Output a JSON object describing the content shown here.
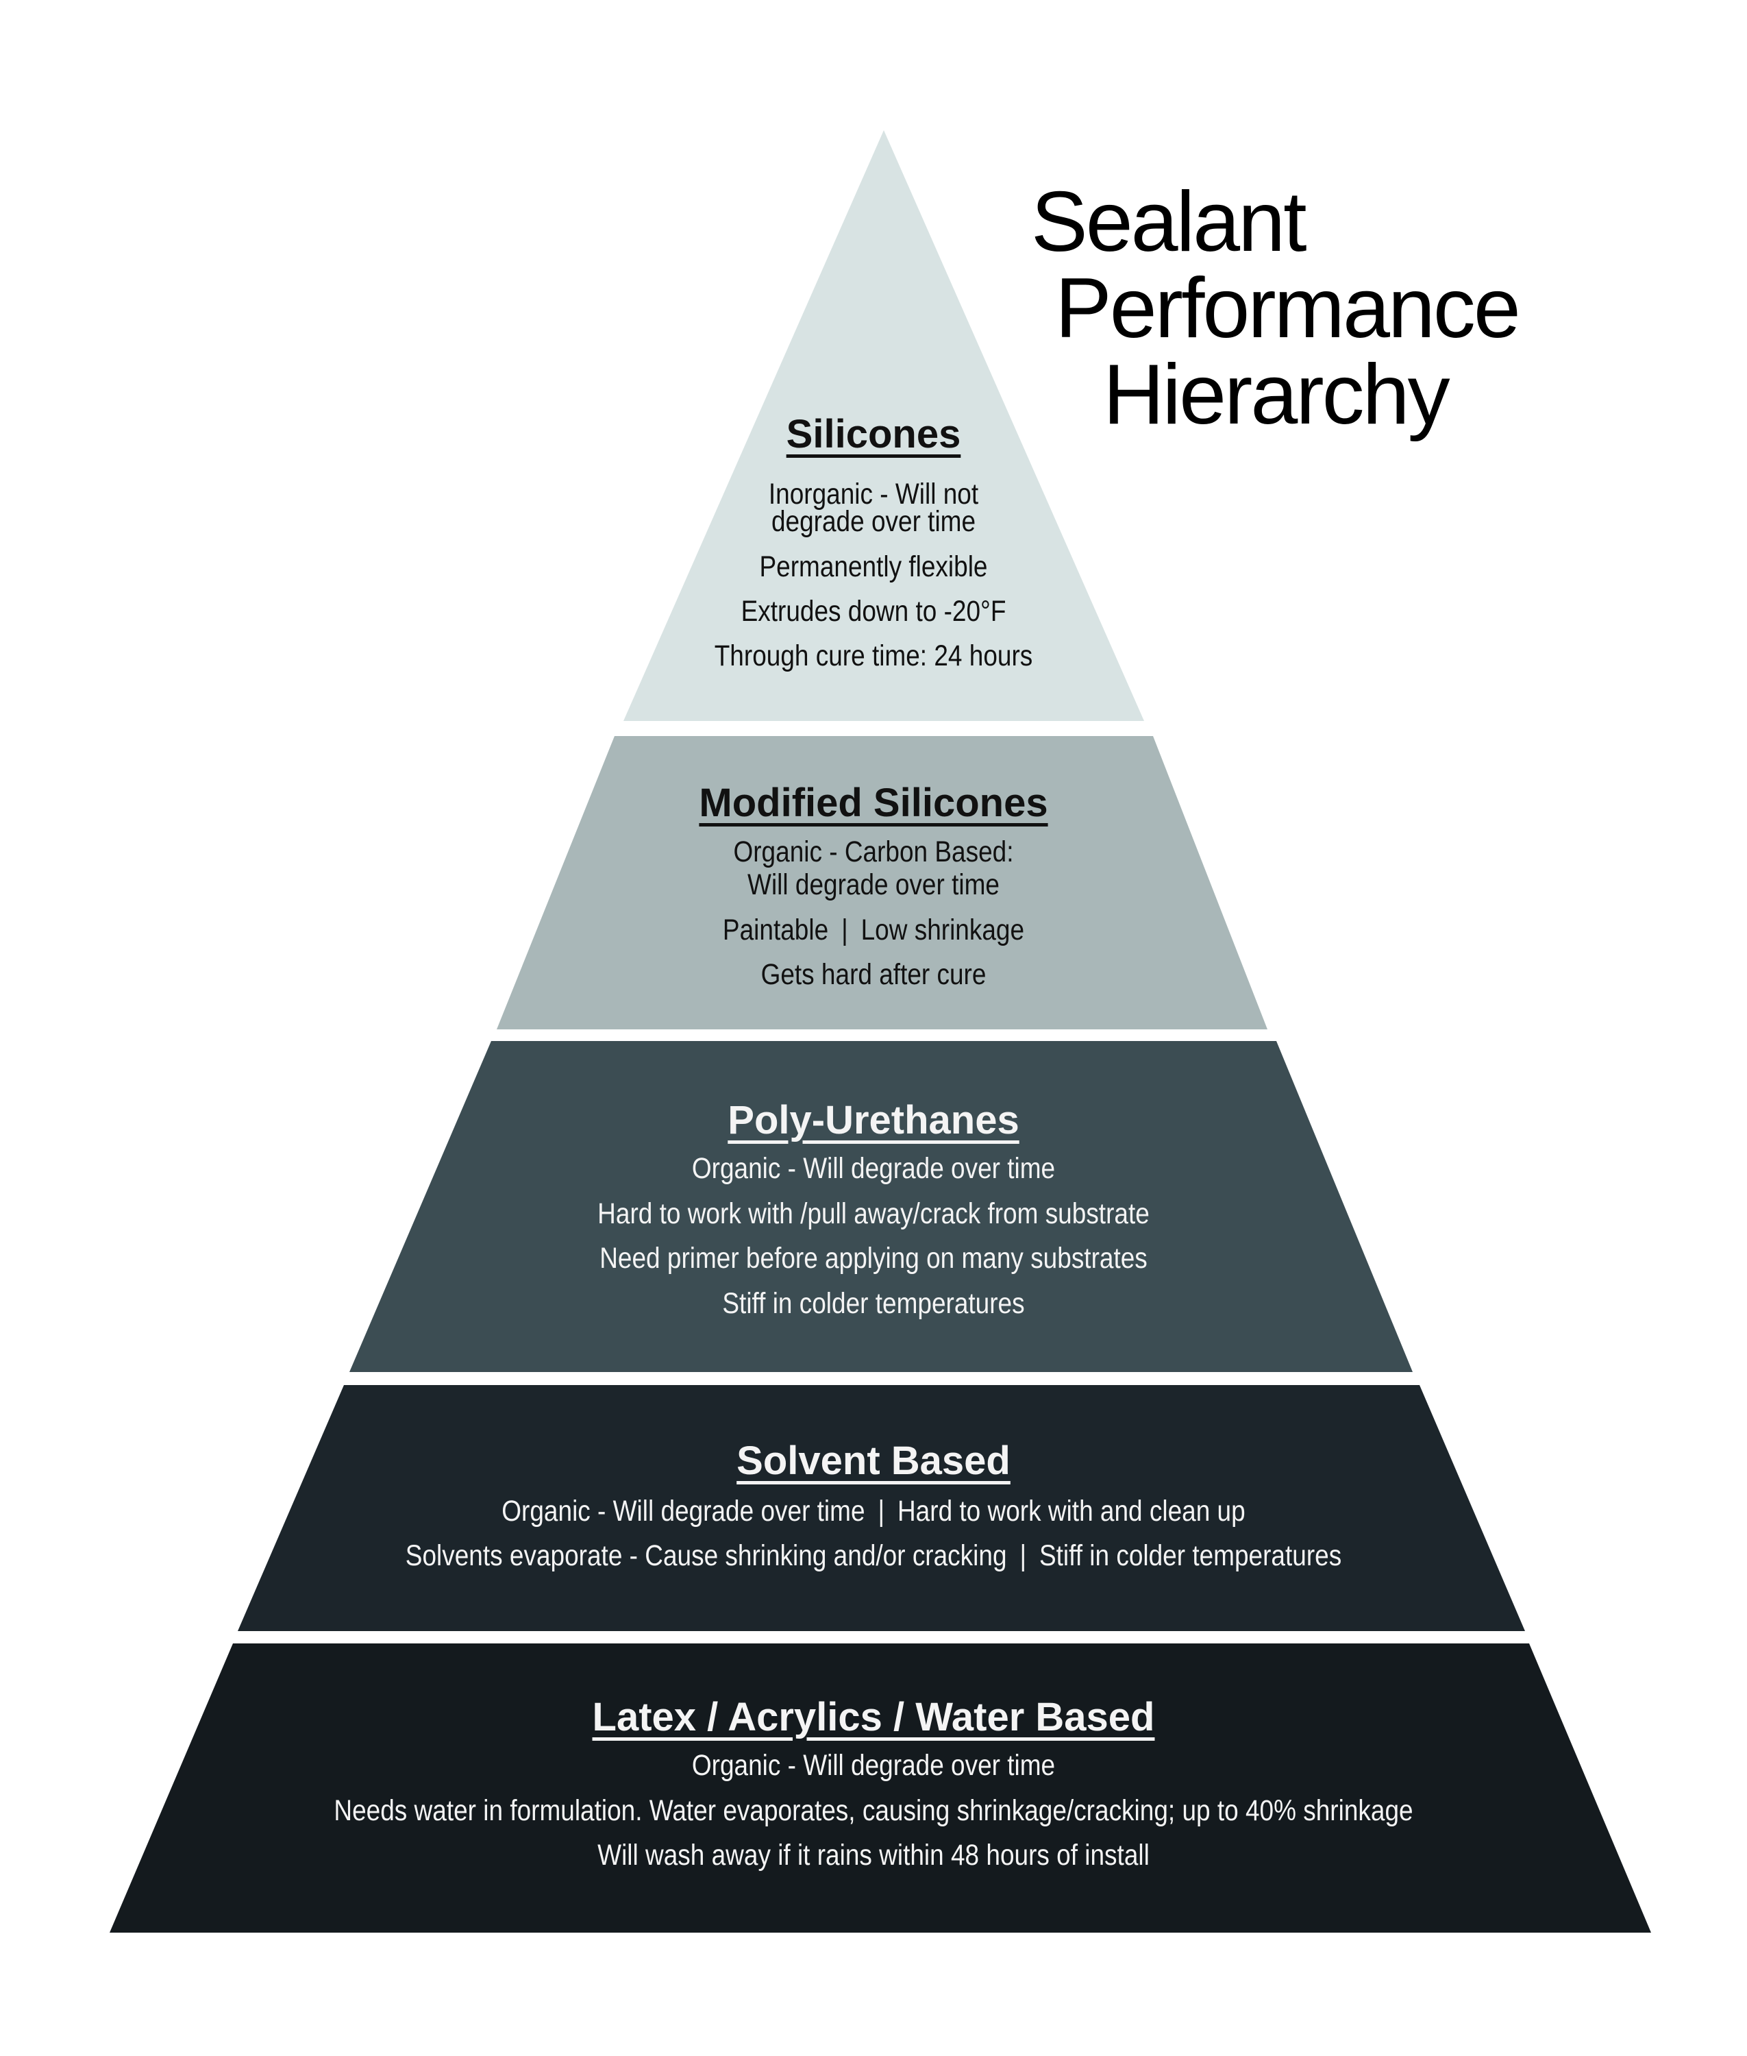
{
  "title": {
    "line1": "Sealant",
    "line2": "Performance",
    "line3": "Hierarchy"
  },
  "colors": {
    "tier1": "#d8e3e3",
    "tier2": "#a9b7b8",
    "tier3": "#3c4d53",
    "tier4": "#1c252b",
    "tier5": "#141a1e",
    "background": "#ffffff"
  },
  "tiers": [
    {
      "heading": "Silicones",
      "lines": [
        "Inorganic - Will not",
        "degrade over time",
        "Permanently flexible",
        "Extrudes down to -20°F",
        "Through cure time: 24 hours"
      ]
    },
    {
      "heading": "Modified Silicones",
      "lines": [
        "Organic - Carbon Based:",
        "Will degrade over time",
        "Gets hard after cure"
      ],
      "split_line": {
        "left": "Paintable",
        "sep": "|",
        "right": "Low shrinkage"
      }
    },
    {
      "heading": "Poly-Urethanes",
      "lines": [
        "Organic - Will degrade over time",
        "Hard to work with /pull away/crack from substrate",
        "Need primer before applying on many substrates",
        "Stiff in colder temperatures"
      ]
    },
    {
      "heading": "Solvent Based",
      "split_lines": [
        {
          "left": "Organic - Will degrade over time",
          "sep": "|",
          "right": "Hard to work with and clean up"
        },
        {
          "left": "Solvents evaporate - Cause shrinking and/or cracking",
          "sep": "|",
          "right": "Stiff in colder temperatures"
        }
      ]
    },
    {
      "heading": "Latex / Acrylics / Water Based",
      "lines": [
        "Organic - Will degrade over time",
        "Needs water in formulation. Water evaporates, causing shrinkage/cracking; up to 40% shrinkage",
        "Will wash away if it rains within 48 hours of install"
      ]
    }
  ]
}
